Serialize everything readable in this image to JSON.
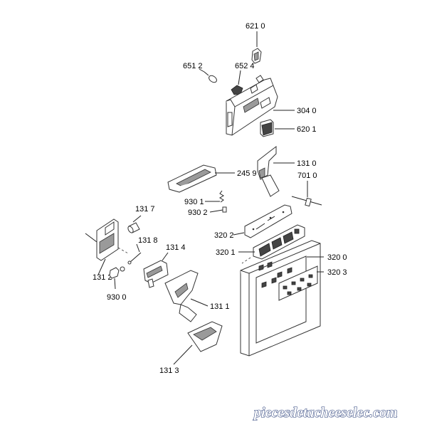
{
  "diagram": {
    "labels": {
      "p6210": "621 0",
      "p6512": "651 2",
      "p6524": "652 4",
      "p3040": "304 0",
      "p6201": "620 1",
      "p1310": "131 0",
      "p2459": "245 9",
      "p7010": "701 0",
      "p9301": "930 1",
      "p9302": "930 2",
      "p1317": "131 7",
      "p3202": "320 2",
      "p1318": "131 8",
      "p1314": "131 4",
      "p3201": "320 1",
      "p3200": "320 0",
      "p3203": "320 3",
      "p1312": "131 2",
      "p9300": "930 0",
      "p1311": "131 1",
      "p1313": "131 3"
    },
    "watermark": "piecesdetacheeselec.com",
    "colors": {
      "line": "#333333",
      "shade": "#9a9a9a",
      "watermark_stroke": "#2a3f7a"
    }
  }
}
